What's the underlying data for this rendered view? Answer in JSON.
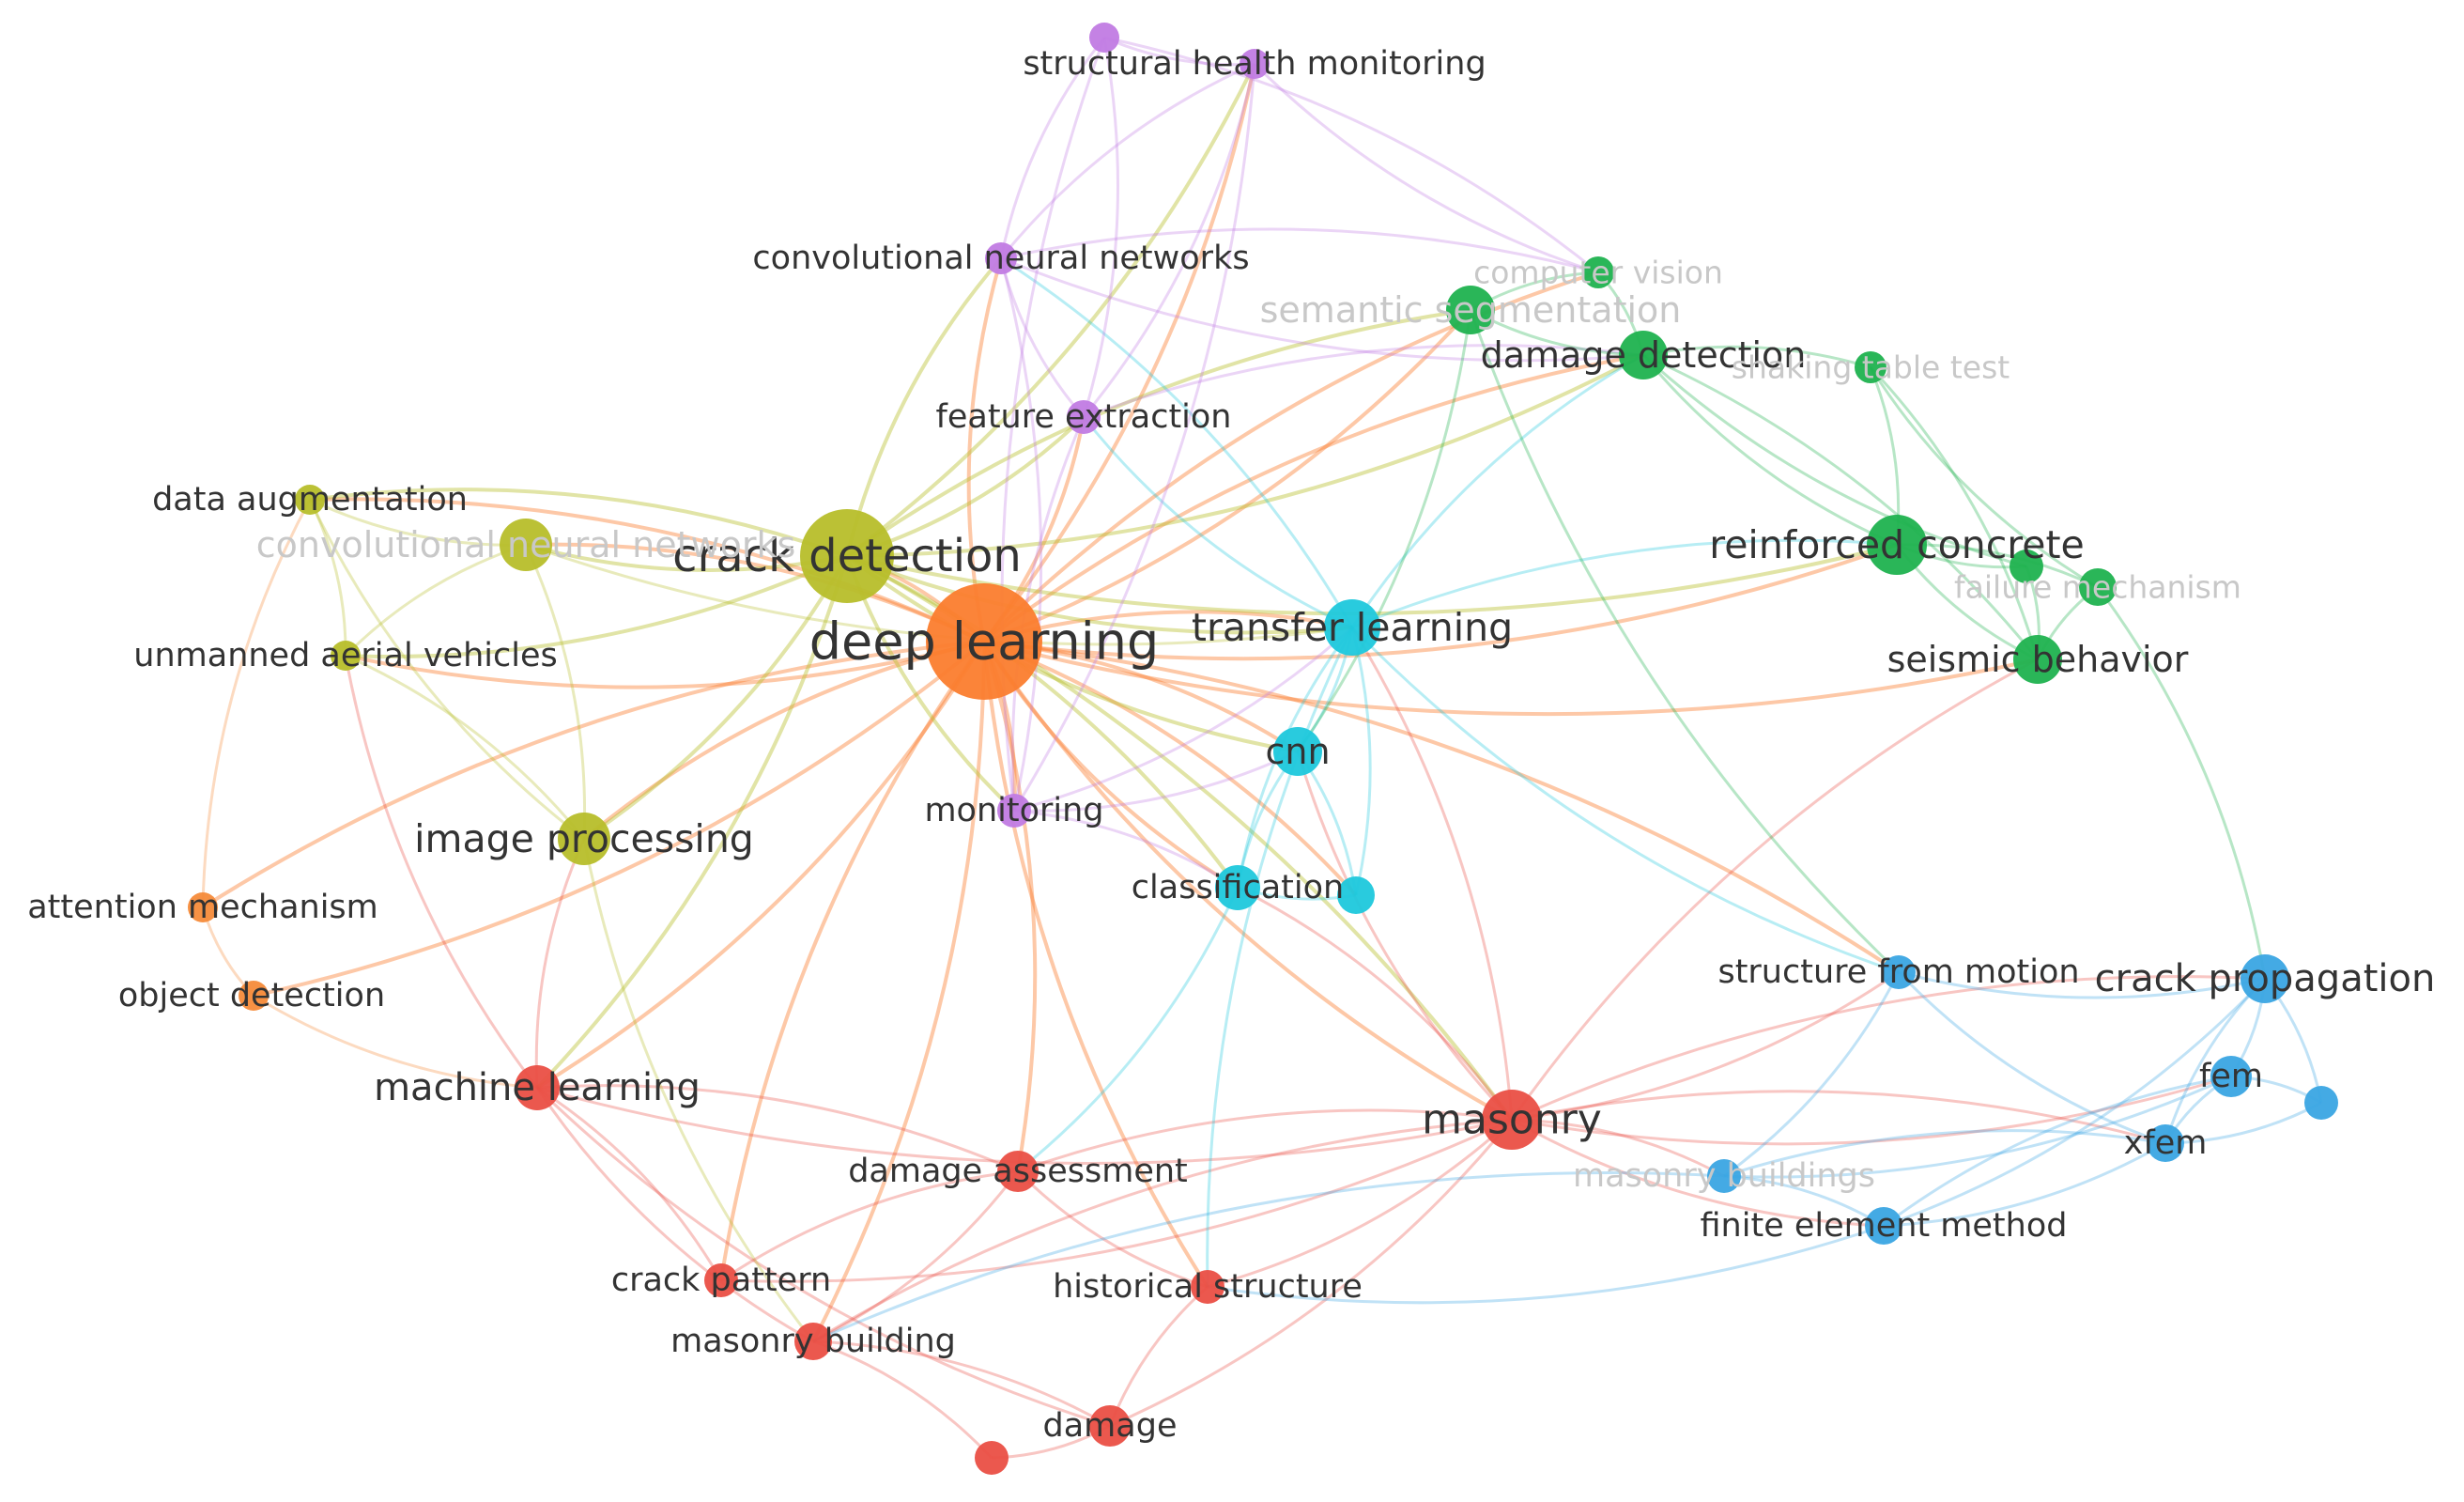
{
  "colors": {
    "deep_learning": "#fb7d2e",
    "crack_cluster": "#b7be2a",
    "transfer_cluster": "#1ec8dc",
    "green_cluster": "#1fb24f",
    "purple_cluster": "#c17be3",
    "red_cluster": "#ea4f45",
    "blue_cluster": "#3aa5e3",
    "orange_cluster": "#f58b3a"
  },
  "nodes": [
    {
      "id": "deep_learning",
      "label": "deep learning",
      "cluster": "deep_learning"
    },
    {
      "id": "crack_detection",
      "label": "crack detection",
      "cluster": "crack_cluster"
    },
    {
      "id": "convolutional_nn_yellow",
      "label": "convolutional neural networks",
      "cluster": "crack_cluster",
      "faded": true
    },
    {
      "id": "data_augmentation",
      "label": "data augmentation",
      "cluster": "crack_cluster"
    },
    {
      "id": "unmanned_aerial_vehicles",
      "label": "unmanned aerial vehicles",
      "cluster": "crack_cluster"
    },
    {
      "id": "image_processing",
      "label": "image processing",
      "cluster": "crack_cluster"
    },
    {
      "id": "transfer_learning",
      "label": "transfer learning",
      "cluster": "transfer_cluster"
    },
    {
      "id": "cnn",
      "label": "cnn",
      "cluster": "transfer_cluster"
    },
    {
      "id": "classification",
      "label": "classification",
      "cluster": "transfer_cluster"
    },
    {
      "id": "classification_2",
      "label": "",
      "cluster": "transfer_cluster"
    },
    {
      "id": "structural_health_monitoring",
      "label": "structural health monitoring",
      "cluster": "purple_cluster"
    },
    {
      "id": "purple_top",
      "label": "",
      "cluster": "purple_cluster"
    },
    {
      "id": "convolutional_neural_networks",
      "label": "convolutional neural networks",
      "cluster": "purple_cluster"
    },
    {
      "id": "feature_extraction",
      "label": "feature extraction",
      "cluster": "purple_cluster"
    },
    {
      "id": "monitoring",
      "label": "monitoring",
      "cluster": "purple_cluster"
    },
    {
      "id": "computer_vision",
      "label": "computer vision",
      "cluster": "green_cluster",
      "faded": true
    },
    {
      "id": "semantic_segmentation",
      "label": "semantic segmentation",
      "cluster": "green_cluster",
      "faded": true
    },
    {
      "id": "damage_detection",
      "label": "damage detection",
      "cluster": "green_cluster"
    },
    {
      "id": "shaking_table_test",
      "label": "shaking table test",
      "cluster": "green_cluster",
      "faded": true
    },
    {
      "id": "reinforced_concrete",
      "label": "reinforced concrete",
      "cluster": "green_cluster"
    },
    {
      "id": "green_small",
      "label": "",
      "cluster": "green_cluster"
    },
    {
      "id": "failure_mechanism",
      "label": "failure mechanism",
      "cluster": "green_cluster",
      "faded": true
    },
    {
      "id": "seismic_behavior",
      "label": "seismic behavior",
      "cluster": "green_cluster"
    },
    {
      "id": "attention_mechanism",
      "label": "attention mechanism",
      "cluster": "orange_cluster"
    },
    {
      "id": "object_detection",
      "label": "object detection",
      "cluster": "orange_cluster"
    },
    {
      "id": "machine_learning",
      "label": "machine learning",
      "cluster": "red_cluster"
    },
    {
      "id": "masonry",
      "label": "masonry",
      "cluster": "red_cluster"
    },
    {
      "id": "damage_assessment",
      "label": "damage assessment",
      "cluster": "red_cluster"
    },
    {
      "id": "crack_pattern",
      "label": "crack pattern",
      "cluster": "red_cluster"
    },
    {
      "id": "masonry_building",
      "label": "masonry building",
      "cluster": "red_cluster"
    },
    {
      "id": "historical_structure",
      "label": "historical structure",
      "cluster": "red_cluster"
    },
    {
      "id": "damage",
      "label": "damage",
      "cluster": "red_cluster"
    },
    {
      "id": "red_bottom",
      "label": "",
      "cluster": "red_cluster"
    },
    {
      "id": "structure_from_motion",
      "label": "structure from motion",
      "cluster": "blue_cluster"
    },
    {
      "id": "crack_propagation",
      "label": "crack propagation",
      "cluster": "blue_cluster"
    },
    {
      "id": "fem",
      "label": "fem",
      "cluster": "blue_cluster"
    },
    {
      "id": "blue_small",
      "label": "",
      "cluster": "blue_cluster"
    },
    {
      "id": "xfem",
      "label": "xfem",
      "cluster": "blue_cluster"
    },
    {
      "id": "masonry_buildings",
      "label": "masonry buildings",
      "cluster": "blue_cluster",
      "faded": true
    },
    {
      "id": "finite_element_method",
      "label": "finite element method",
      "cluster": "blue_cluster"
    }
  ],
  "edges": [
    [
      "deep_learning",
      "crack_detection"
    ],
    [
      "deep_learning",
      "transfer_learning"
    ],
    [
      "deep_learning",
      "image_processing"
    ],
    [
      "deep_learning",
      "machine_learning"
    ],
    [
      "deep_learning",
      "masonry"
    ],
    [
      "deep_learning",
      "damage_assessment"
    ],
    [
      "deep_learning",
      "structural_health_monitoring"
    ],
    [
      "deep_learning",
      "convolutional_neural_networks"
    ],
    [
      "deep_learning",
      "feature_extraction"
    ],
    [
      "deep_learning",
      "damage_detection"
    ],
    [
      "deep_learning",
      "semantic_segmentation"
    ],
    [
      "deep_learning",
      "computer_vision"
    ],
    [
      "deep_learning",
      "reinforced_concrete"
    ],
    [
      "deep_learning",
      "cnn"
    ],
    [
      "deep_learning",
      "classification"
    ],
    [
      "deep_learning",
      "classification_2"
    ],
    [
      "deep_learning",
      "attention_mechanism"
    ],
    [
      "deep_learning",
      "object_detection"
    ],
    [
      "deep_learning",
      "convolutional_nn_yellow"
    ],
    [
      "deep_learning",
      "unmanned_aerial_vehicles"
    ],
    [
      "deep_learning",
      "data_augmentation"
    ],
    [
      "deep_learning",
      "monitoring"
    ],
    [
      "deep_learning",
      "crack_pattern"
    ],
    [
      "deep_learning",
      "masonry_building"
    ],
    [
      "deep_learning",
      "historical_structure"
    ],
    [
      "deep_learning",
      "structure_from_motion"
    ],
    [
      "deep_learning",
      "seismic_behavior"
    ],
    [
      "crack_detection",
      "convolutional_nn_yellow"
    ],
    [
      "crack_detection",
      "transfer_learning"
    ],
    [
      "crack_detection",
      "image_processing"
    ],
    [
      "crack_detection",
      "damage_detection"
    ],
    [
      "crack_detection",
      "semantic_segmentation"
    ],
    [
      "crack_detection",
      "feature_extraction"
    ],
    [
      "crack_detection",
      "convolutional_neural_networks"
    ],
    [
      "crack_detection",
      "structural_health_monitoring"
    ],
    [
      "crack_detection",
      "unmanned_aerial_vehicles"
    ],
    [
      "crack_detection",
      "data_augmentation"
    ],
    [
      "crack_detection",
      "machine_learning"
    ],
    [
      "crack_detection",
      "cnn"
    ],
    [
      "crack_detection",
      "classification"
    ],
    [
      "crack_detection",
      "monitoring"
    ],
    [
      "crack_detection",
      "masonry"
    ],
    [
      "crack_detection",
      "reinforced_concrete"
    ],
    [
      "convolutional_nn_yellow",
      "data_augmentation"
    ],
    [
      "convolutional_nn_yellow",
      "unmanned_aerial_vehicles"
    ],
    [
      "convolutional_nn_yellow",
      "image_processing"
    ],
    [
      "convolutional_nn_yellow",
      "transfer_learning"
    ],
    [
      "data_augmentation",
      "unmanned_aerial_vehicles"
    ],
    [
      "data_augmentation",
      "image_processing"
    ],
    [
      "unmanned_aerial_vehicles",
      "image_processing"
    ],
    [
      "attention_mechanism",
      "object_detection"
    ],
    [
      "attention_mechanism",
      "data_augmentation"
    ],
    [
      "object_detection",
      "machine_learning"
    ],
    [
      "machine_learning",
      "crack_pattern"
    ],
    [
      "machine_learning",
      "masonry_building"
    ],
    [
      "machine_learning",
      "damage_assessment"
    ],
    [
      "machine_learning",
      "masonry"
    ],
    [
      "machine_learning",
      "image_processing"
    ],
    [
      "machine_learning",
      "damage"
    ],
    [
      "machine_learning",
      "unmanned_aerial_vehicles"
    ],
    [
      "image_processing",
      "masonry_building"
    ],
    [
      "damage_assessment",
      "masonry_building"
    ],
    [
      "damage_assessment",
      "crack_pattern"
    ],
    [
      "damage_assessment",
      "masonry"
    ],
    [
      "damage_assessment",
      "historical_structure"
    ],
    [
      "masonry_building",
      "red_bottom"
    ],
    [
      "red_bottom",
      "damage"
    ],
    [
      "masonry_building",
      "damage"
    ],
    [
      "damage",
      "masonry"
    ],
    [
      "damage",
      "historical_structure"
    ],
    [
      "historical_structure",
      "masonry"
    ],
    [
      "masonry_building",
      "masonry"
    ],
    [
      "crack_pattern",
      "masonry"
    ],
    [
      "masonry",
      "masonry_buildings"
    ],
    [
      "masonry",
      "finite_element_method"
    ],
    [
      "masonry",
      "crack_propagation"
    ],
    [
      "masonry",
      "transfer_learning"
    ],
    [
      "masonry",
      "cnn"
    ],
    [
      "masonry",
      "classification"
    ],
    [
      "masonry",
      "seismic_behavior"
    ],
    [
      "masonry",
      "structure_from_motion"
    ],
    [
      "masonry",
      "xfem"
    ],
    [
      "masonry",
      "fem"
    ],
    [
      "transfer_learning",
      "cnn"
    ],
    [
      "transfer_learning",
      "classification"
    ],
    [
      "transfer_learning",
      "classification_2"
    ],
    [
      "cnn",
      "classification"
    ],
    [
      "cnn",
      "classification_2"
    ],
    [
      "classification",
      "classification_2"
    ],
    [
      "transfer_learning",
      "damage_detection"
    ],
    [
      "transfer_learning",
      "structure_from_motion"
    ],
    [
      "transfer_learning",
      "reinforced_concrete"
    ],
    [
      "transfer_learning",
      "convolutional_neural_networks"
    ],
    [
      "transfer_learning",
      "feature_extraction"
    ],
    [
      "transfer_learning",
      "historical_structure"
    ],
    [
      "classification",
      "damage_assessment"
    ],
    [
      "monitoring",
      "cnn"
    ],
    [
      "monitoring",
      "classification"
    ],
    [
      "monitoring",
      "transfer_learning"
    ],
    [
      "structural_health_monitoring",
      "purple_top"
    ],
    [
      "structural_health_monitoring",
      "convolutional_neural_networks"
    ],
    [
      "structural_health_monitoring",
      "feature_extraction"
    ],
    [
      "structural_health_monitoring",
      "computer_vision"
    ],
    [
      "structural_health_monitoring",
      "monitoring"
    ],
    [
      "purple_top",
      "convolutional_neural_networks"
    ],
    [
      "purple_top",
      "feature_extraction"
    ],
    [
      "purple_top",
      "monitoring"
    ],
    [
      "purple_top",
      "computer_vision"
    ],
    [
      "convolutional_neural_networks",
      "feature_extraction"
    ],
    [
      "convolutional_neural_networks",
      "monitoring"
    ],
    [
      "convolutional_neural_networks",
      "damage_detection"
    ],
    [
      "convolutional_neural_networks",
      "computer_vision"
    ],
    [
      "feature_extraction",
      "monitoring"
    ],
    [
      "feature_extraction",
      "damage_detection"
    ],
    [
      "computer_vision",
      "semantic_segmentation"
    ],
    [
      "computer_vision",
      "damage_detection"
    ],
    [
      "semantic_segmentation",
      "damage_detection"
    ],
    [
      "damage_detection",
      "shaking_table_test"
    ],
    [
      "damage_detection",
      "reinforced_concrete"
    ],
    [
      "damage_detection",
      "seismic_behavior"
    ],
    [
      "damage_detection",
      "green_small"
    ],
    [
      "shaking_table_test",
      "reinforced_concrete"
    ],
    [
      "shaking_table_test",
      "failure_mechanism"
    ],
    [
      "shaking_table_test",
      "seismic_behavior"
    ],
    [
      "reinforced_concrete",
      "green_small"
    ],
    [
      "reinforced_concrete",
      "failure_mechanism"
    ],
    [
      "reinforced_concrete",
      "seismic_behavior"
    ],
    [
      "green_small",
      "seismic_behavior"
    ],
    [
      "failure_mechanism",
      "seismic_behavior"
    ],
    [
      "failure_mechanism",
      "crack_propagation"
    ],
    [
      "semantic_segmentation",
      "structure_from_motion"
    ],
    [
      "semantic_segmentation",
      "cnn"
    ],
    [
      "structure_from_motion",
      "crack_propagation"
    ],
    [
      "structure_from_motion",
      "masonry_buildings"
    ],
    [
      "structure_from_motion",
      "xfem"
    ],
    [
      "crack_propagation",
      "fem"
    ],
    [
      "crack_propagation",
      "xfem"
    ],
    [
      "crack_propagation",
      "blue_small"
    ],
    [
      "fem",
      "xfem"
    ],
    [
      "fem",
      "blue_small"
    ],
    [
      "xfem",
      "blue_small"
    ],
    [
      "xfem",
      "finite_element_method"
    ],
    [
      "fem",
      "finite_element_method"
    ],
    [
      "masonry_buildings",
      "finite_element_method"
    ],
    [
      "finite_element_method",
      "crack_propagation"
    ],
    [
      "masonry_buildings",
      "xfem"
    ],
    [
      "masonry_buildings",
      "fem"
    ],
    [
      "finite_element_method",
      "historical_structure"
    ],
    [
      "masonry_buildings",
      "masonry_building"
    ]
  ]
}
